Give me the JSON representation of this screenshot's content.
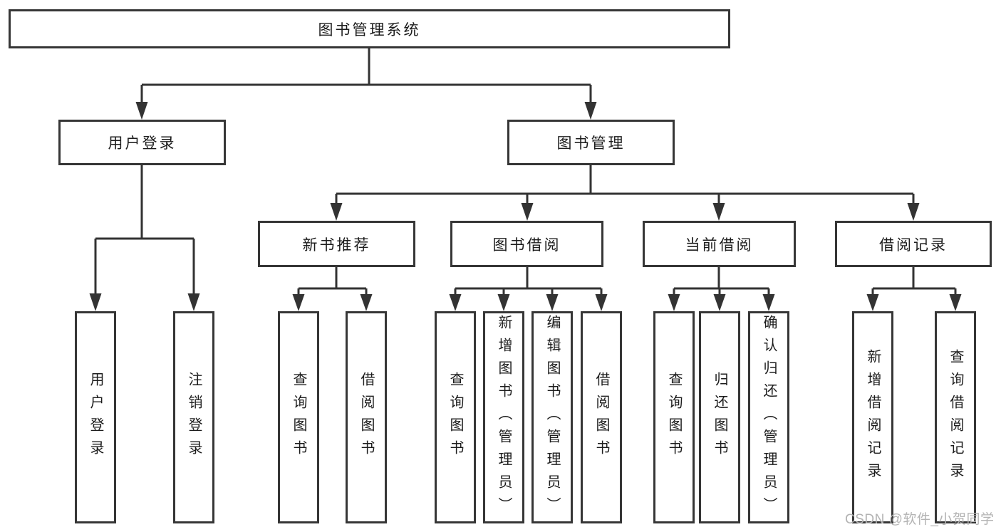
{
  "tree": {
    "root": {
      "label": "图书管理系统"
    },
    "branches": [
      {
        "label": "用户登录",
        "children": [
          {
            "label": "用户登录"
          },
          {
            "label": "注销登录"
          }
        ]
      },
      {
        "label": "图书管理",
        "children": [
          {
            "label": "新书推荐",
            "children": [
              {
                "label": "查询图书"
              },
              {
                "label": "借阅图书"
              }
            ]
          },
          {
            "label": "图书借阅",
            "children": [
              {
                "label": "查询图书"
              },
              {
                "label": "新增图书（管理员）"
              },
              {
                "label": "编辑图书（管理员）"
              },
              {
                "label": "借阅图书"
              }
            ]
          },
          {
            "label": "当前借阅",
            "children": [
              {
                "label": "查询图书"
              },
              {
                "label": "归还图书"
              },
              {
                "label": "确认归还（管理员）"
              }
            ]
          },
          {
            "label": "借阅记录",
            "children": [
              {
                "label": "新增借阅记录"
              },
              {
                "label": "查询借阅记录"
              }
            ]
          }
        ]
      }
    ]
  },
  "watermark": "CSDN @软件_小贺同学",
  "colors": {
    "line": "#333333",
    "border": "#363636",
    "text": "#1c1c1c",
    "watermark": "#b3b3b3",
    "background": "#ffffff"
  }
}
